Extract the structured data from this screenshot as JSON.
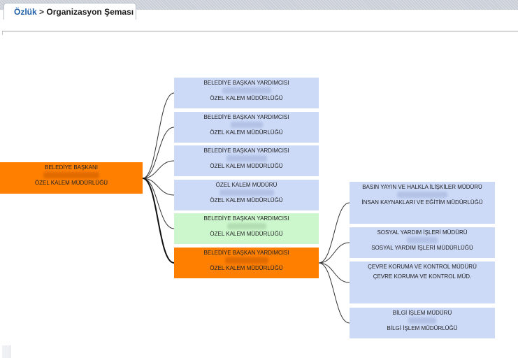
{
  "breadcrumb": {
    "root": "Özlük",
    "separator": ">",
    "current": "Organizasyon Şeması"
  },
  "colors": {
    "blue_node": "#ccd9f7",
    "highlight_node": "#ff7f00",
    "green_node": "#ccf7cc",
    "link": "#333333"
  },
  "org": {
    "root": {
      "title": "BELEDİYE BAŞKANI",
      "unit": "ÖZEL KALEM MÜDÜRLÜĞÜ"
    },
    "level1": [
      {
        "title": "BELEDİYE BAŞKAN YARDIMCISI",
        "unit": "ÖZEL KALEM MÜDÜRLÜĞÜ"
      },
      {
        "title": "BELEDİYE BAŞKAN YARDIMCISI",
        "unit": "ÖZEL KALEM MÜDÜRLÜĞÜ"
      },
      {
        "title": "BELEDİYE BAŞKAN YARDIMCISI",
        "unit": "ÖZEL KALEM MÜDÜRLÜĞÜ"
      },
      {
        "title": "ÖZEL KALEM MÜDÜRÜ",
        "unit": "ÖZEL KALEM MÜDÜRLÜĞÜ"
      },
      {
        "title": "BELEDİYE BAŞKAN YARDIMCISI",
        "unit": "ÖZEL KALEM MÜDÜRLÜĞÜ"
      },
      {
        "title": "BELEDİYE BAŞKAN YARDIMCISI",
        "unit": "ÖZEL KALEM MÜDÜRLÜĞÜ"
      }
    ],
    "level2": [
      {
        "title": "BASIN YAYIN VE HALKLA İLİŞKİLER MÜDÜRÜ",
        "unit": "İNSAN KAYNAKLARI VE EĞİTİM MÜDÜRLÜĞÜ"
      },
      {
        "title": "SOSYAL YARDIM İŞLERİ MÜDÜRÜ",
        "unit": "SOSYAL YARDIM İŞLERİ MÜDÜRLÜĞÜ"
      },
      {
        "title": "ÇEVRE KORUMA VE KONTROL MÜDÜRÜ",
        "unit": "ÇEVRE KORUMA VE KONTROL MÜD."
      },
      {
        "title": "BİLGİ İŞLEM MÜDÜRÜ",
        "unit": "BİLGİ İŞLEM MÜDÜRLÜĞÜ"
      }
    ]
  }
}
